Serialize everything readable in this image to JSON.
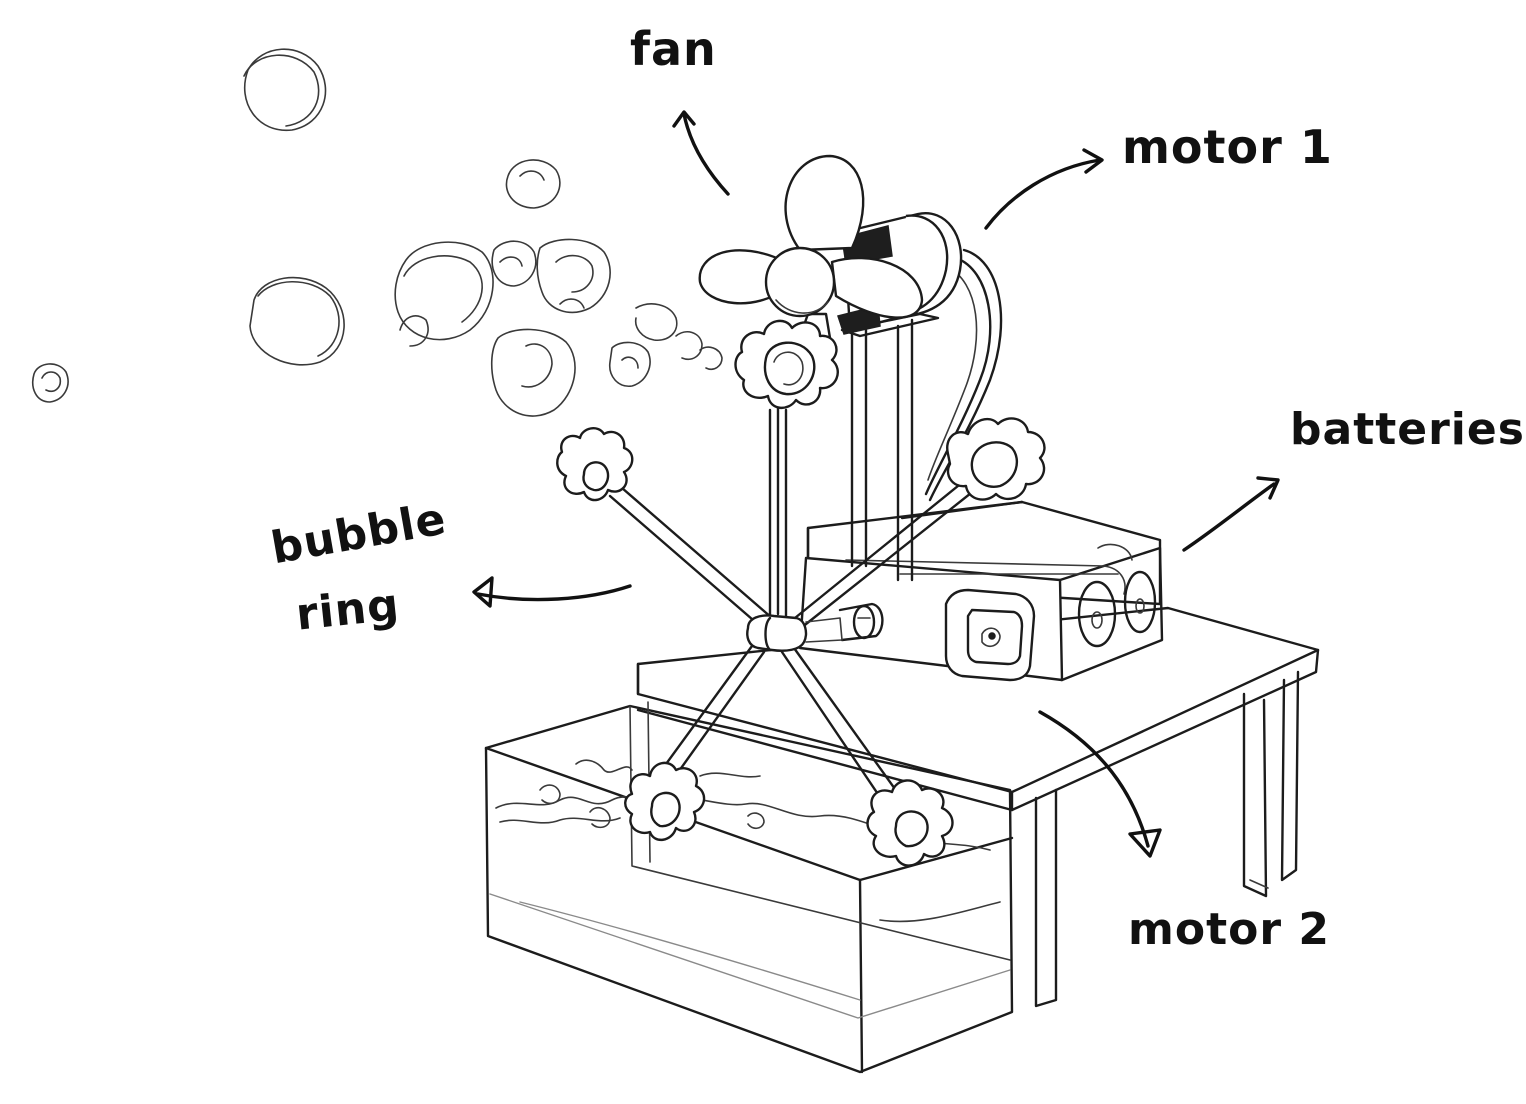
{
  "labels": {
    "fan": "fan",
    "motor_1": "motor 1",
    "batteries": "batteries",
    "bubble_ring_line1": "bubble",
    "bubble_ring_line2": "ring",
    "motor_2": "motor 2"
  }
}
